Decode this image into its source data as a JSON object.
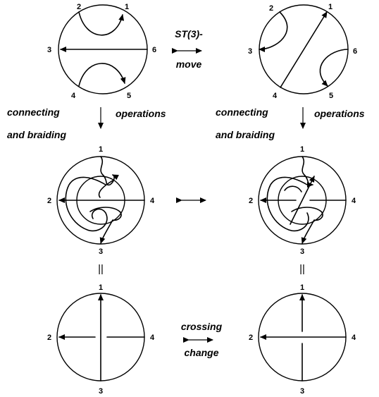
{
  "labels": {
    "st3_line1": "ST(3)-",
    "st3_line2": "move",
    "connecting": "connecting",
    "operations": "operations",
    "and_braiding": "and braiding",
    "crossing": "crossing",
    "change": "change"
  },
  "top_left": {
    "n1": "1",
    "n2": "2",
    "n3": "3",
    "n4": "4",
    "n5": "5",
    "n6": "6"
  },
  "top_right": {
    "n1": "1",
    "n2": "2",
    "n3": "3",
    "n4": "4",
    "n5": "5",
    "n6": "6"
  },
  "mid_left": {
    "n1": "1",
    "n2": "2",
    "n3": "3",
    "n4": "4"
  },
  "mid_right": {
    "n1": "1",
    "n2": "2",
    "n3": "3",
    "n4": "4"
  },
  "bot_left": {
    "n1": "1",
    "n2": "2",
    "n3": "3",
    "n4": "4"
  },
  "bot_right": {
    "n1": "1",
    "n2": "2",
    "n3": "3",
    "n4": "4"
  },
  "equals_sign": "||"
}
